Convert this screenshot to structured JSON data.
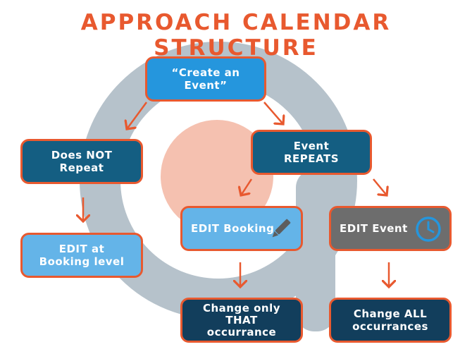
{
  "title": "APPROACH CALENDAR STRUCTURE",
  "nodes": {
    "create_event": "“Create an\nEvent”",
    "does_not_repeat": "Does NOT Repeat",
    "event_repeats": "Event\nREPEATS",
    "edit_booking_level": "EDIT at\nBooking level",
    "edit_booking": "EDIT Booking",
    "edit_event": "EDIT Event",
    "change_only_that": "Change only\nTHAT\noccurrance",
    "change_all": "Change ALL\noccurrances"
  },
  "icons": {
    "edit_booking": "pencil-icon",
    "edit_event": "clock-icon"
  },
  "colors": {
    "accent": "#e8592f",
    "logo_gray": "#b6c2cb",
    "logo_peach": "#f5c1b0",
    "blue": "#2596dd",
    "teal": "#145e82",
    "light_blue": "#64b4e8",
    "gray": "#6d6d6d",
    "navy": "#123e5c"
  }
}
